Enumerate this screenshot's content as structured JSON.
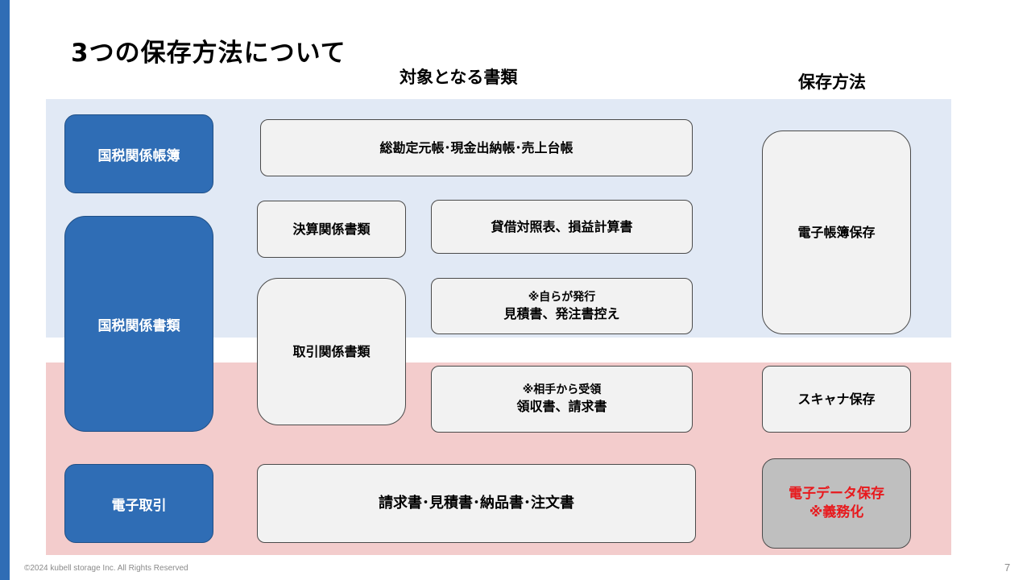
{
  "title": "3つの保存方法について",
  "headers": {
    "documents": "対象となる書類",
    "method": "保存方法"
  },
  "categories": {
    "national_tax_books": "国税関係帳簿",
    "national_tax_documents": "国税関係書類",
    "electronic_transactions": "電子取引"
  },
  "subcategories": {
    "settlement": "決算関係書類",
    "transaction": "取引関係書類"
  },
  "documents": {
    "ledgers": "総勘定元帳･現金出納帳･売上台帳",
    "financial_statements": "貸借対照表、損益計算書",
    "self_issued": {
      "note": "※自らが発行",
      "label": "見積書、発注書控え"
    },
    "received": {
      "note": "※相手から受領",
      "label": "領収書、請求書"
    },
    "electronic_docs": "請求書･見積書･納品書･注文書"
  },
  "methods": {
    "electronic_books": "電子帳簿保存",
    "scanner": "スキャナ保存",
    "electronic_data": {
      "line1": "電子データ保存",
      "line2": "※義務化"
    }
  },
  "footer": "©2024 kubell storage Inc. All Rights Reserved",
  "page_number": "7",
  "colors": {
    "accent_blue": "#2f6db5",
    "band_blue": "#e1e9f5",
    "band_pink": "#f3cccc",
    "mandatory_red": "#e8191d",
    "grey_box": "#bfbfbf"
  }
}
